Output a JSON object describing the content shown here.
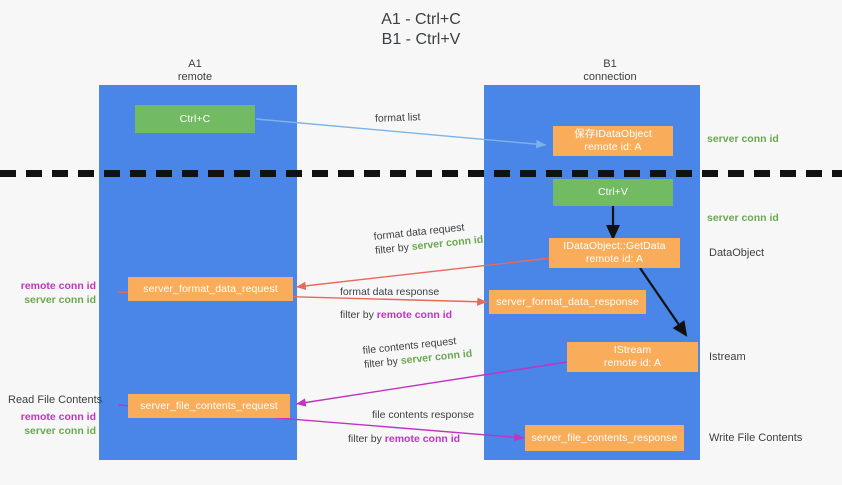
{
  "title": "A1 - Ctrl+C\nB1 - Ctrl+V",
  "lanes": [
    {
      "name": "lane-a1",
      "header": "A1\nremote"
    },
    {
      "name": "lane-b1",
      "header": "B1\nconnection"
    }
  ],
  "boxes": {
    "ctrl_c": "Ctrl+C",
    "save_idataobject": "保存IDataObject\nremote id: A",
    "ctrl_v": "Ctrl+V",
    "getdata": "IDataObject::GetData\nremote id: A",
    "server_format_data_request": "server_format_data_request",
    "server_format_data_response": "server_format_data_response",
    "istream": "IStream\nremote id: A",
    "server_file_contents_request": "server_file_contents_request",
    "server_file_contents_response": "server_file_contents_response"
  },
  "edge_labels": {
    "format_list": "format list",
    "format_data_request": "format data request",
    "format_data_response": "format data response",
    "file_contents_request": "file contents request",
    "file_contents_response": "file contents response",
    "filter_by": "filter by",
    "server_conn_id": "server conn id",
    "remote_conn_id": "remote conn id"
  },
  "right_labels": {
    "server_conn_id_top": "server conn id",
    "server_conn_id_mid": "server conn id",
    "dataobject": "DataObject",
    "istream": "Istream",
    "write_file_contents": "Write File Contents"
  },
  "left_labels": {
    "remote_conn_id_1": "remote conn id",
    "server_conn_id_1": "server conn id",
    "read_file_contents": "Read File Contents",
    "remote_conn_id_2": "remote conn id",
    "server_conn_id_2": "server conn id"
  },
  "colors": {
    "lane": "#4a86e8",
    "green_box": "#72bb63",
    "orange_box": "#f9ad5a",
    "green_text": "#6aa84f",
    "magenta_text": "#c034c0",
    "blue_arrow": "#7cb3e8",
    "red_arrow": "#e8695a",
    "magenta_arrow": "#c034c0",
    "black_arrow": "#111111",
    "background": "#f7f7f7"
  }
}
